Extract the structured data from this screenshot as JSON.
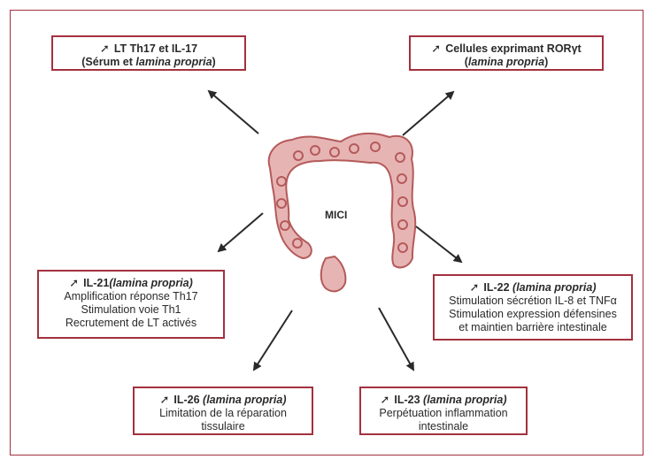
{
  "center": "MICI",
  "boxes": {
    "th17": {
      "arrow": "➚",
      "title": "LT Th17 et IL-17",
      "sub_prefix": "(Sérum et ",
      "sub_em": "lamina propria",
      "sub_suffix": ")"
    },
    "rorgt": {
      "arrow": "➚",
      "title": "Cellules exprimant RORγt",
      "sub_prefix": "(",
      "sub_em": "lamina propria",
      "sub_suffix": ")"
    },
    "il21": {
      "arrow": "➚",
      "title": "IL-21",
      "title_em": "(lamina propria)",
      "lines": [
        "Amplification réponse Th17",
        "Stimulation voie Th1",
        "Recrutement de LT activés"
      ]
    },
    "il22": {
      "arrow": "➚",
      "title": "IL-22 ",
      "title_em": "(lamina propria)",
      "lines": [
        "Stimulation sécrétion IL-8 et TNFα",
        "Stimulation expression défensines",
        "et maintien barrière intestinale"
      ]
    },
    "il26": {
      "arrow": "➚",
      "title": "IL-26 ",
      "title_em": "(lamina propria)",
      "lines": [
        "Limitation de la réparation",
        "tissulaire"
      ]
    },
    "il23": {
      "arrow": "➚",
      "title": "IL-23 ",
      "title_em": "(lamina propria)",
      "lines": [
        "Perpétuation inflammation",
        "intestinale"
      ]
    }
  },
  "colors": {
    "border": "#a3313f",
    "colon_fill": "#e7b4b4",
    "colon_stroke": "#b55a5a",
    "arrow": "#2a2a2a"
  }
}
